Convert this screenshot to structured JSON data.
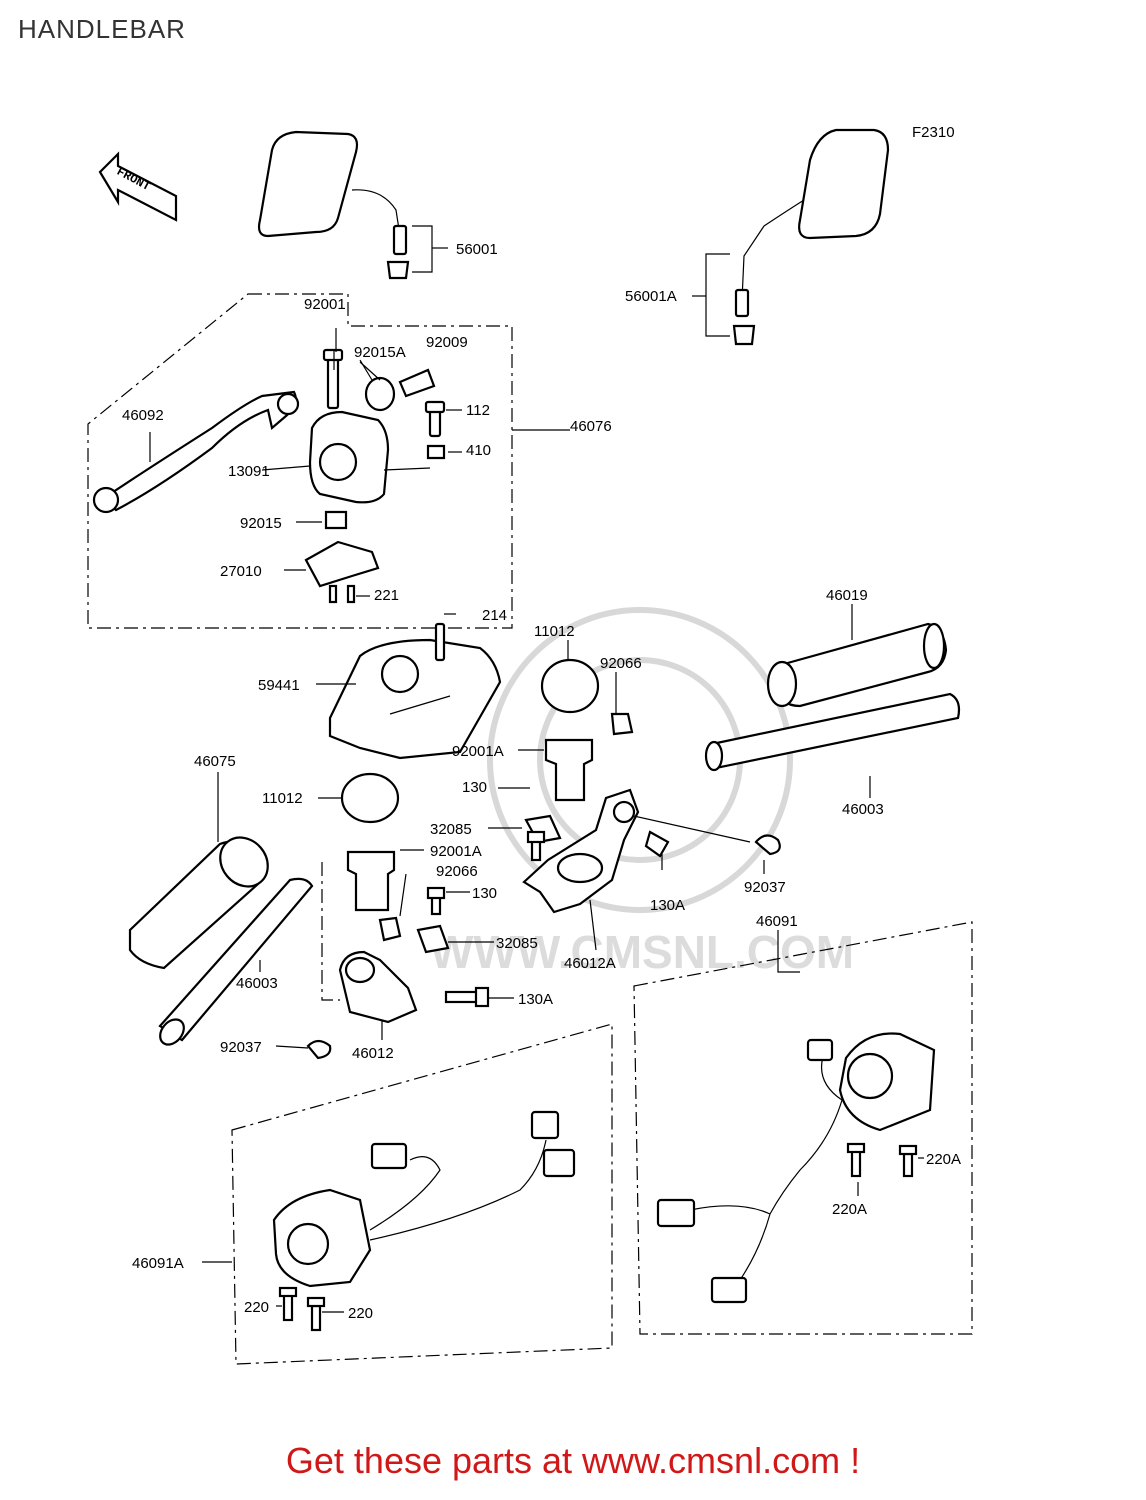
{
  "title": "HANDLEBAR",
  "figure_code": "F2310",
  "front_arrow": "FRONT",
  "footer": "Get these parts at www.cmsnl.com !",
  "watermark": "WWW.CMSNL.COM",
  "accent_color": "#d01818",
  "labels": {
    "p56001": "56001",
    "p56001A": "56001A",
    "p92001": "92001",
    "p92015A": "92015A",
    "p92009": "92009",
    "p46092": "46092",
    "p112": "112",
    "p46076": "46076",
    "p410": "410",
    "p13091": "13091",
    "p92015": "92015",
    "p27010": "27010",
    "p221": "221",
    "p214": "214",
    "p11012a": "11012",
    "p46019": "46019",
    "p92066a": "92066",
    "p59441": "59441",
    "p92001Aa": "92001A",
    "p130a": "130",
    "p46075": "46075",
    "p11012b": "11012",
    "p32085a": "32085",
    "p92001Ab": "92001A",
    "p92066b": "92066",
    "p130b": "130",
    "p46003a": "46003",
    "p92037a": "92037",
    "p130Aa": "130A",
    "p46012A": "46012A",
    "p46091": "46091",
    "p32085b": "32085",
    "p46003b": "46003",
    "p130Ab": "130A",
    "p92037b": "92037",
    "p46012": "46012",
    "p220Aa": "220A",
    "p220Ab": "220A",
    "p46091A": "46091A",
    "p220a": "220",
    "p220b": "220"
  }
}
